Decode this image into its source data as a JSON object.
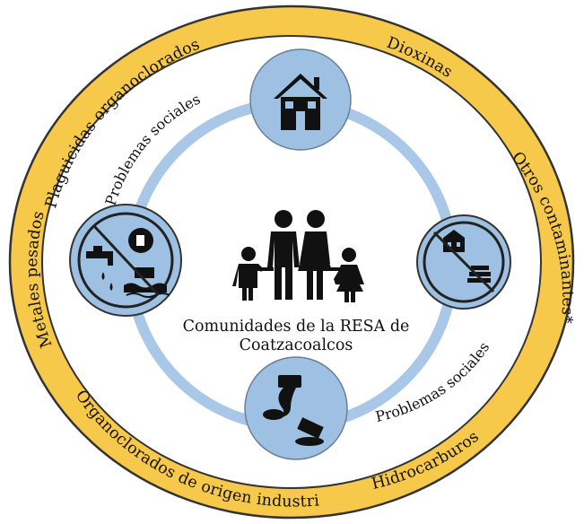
{
  "outer_ring_labels": {
    "plaguicidas": "Plaguicidas organoclorados",
    "dioxinas": "Dioxinas",
    "otros": "Otros contaminantes*",
    "hidrocarburos": "Hidrocarburos",
    "organoclorados_industrial": "Organoclorados de origen industrial",
    "metales": "Metales pesados"
  },
  "inner_labels": {
    "problemas_top": "Problemas sociales",
    "problemas_bottom": "Problemas sociales"
  },
  "center": {
    "line1": "Comunidades de la RESA de",
    "line2": "Coatzacoalcos"
  },
  "colors": {
    "outer_ring": "#f7c94a",
    "outer_ring_stroke": "#333333",
    "inner_ring": "#a9c8e8",
    "node_fill": "#9dc0e3",
    "node_stroke": "#6b7f95",
    "icon": "#111111"
  },
  "icons": {
    "top": "house-icon",
    "left": "no-water-contamination-icon",
    "right": "no-school-books-icon",
    "bottom": "pipe-spill-icon",
    "center": "family-icon"
  }
}
